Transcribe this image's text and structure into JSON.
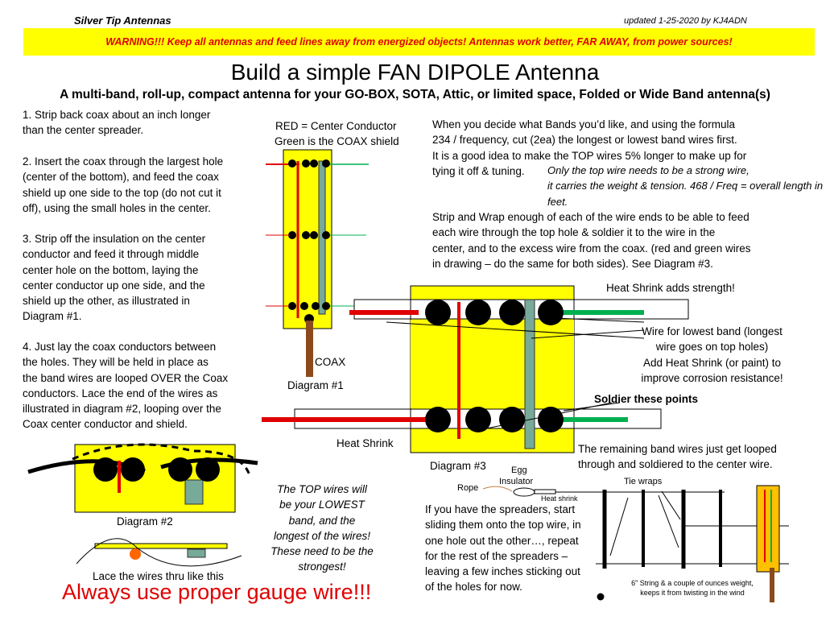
{
  "header": {
    "brand": "Silver   Tip   Antennas",
    "updated": "updated  1-25-2020  by KJ4ADN"
  },
  "warning": "WARNING!!!  Keep all antennas and feed lines away from energized objects!    Antennas work better, FAR AWAY, from power sources!",
  "title": "Build a simple  FAN  DIPOLE  Antenna",
  "subtitle": "A multi-band, roll-up, compact antenna for your GO-BOX, SOTA, Attic, or limited space, Folded or Wide Band antenna(s)",
  "steps": [
    "1.  Strip back coax about an inch longer\nthan the center spreader.",
    "2.  Insert the coax through the largest hole\n(center of the bottom), and feed the coax\nshield up one side to the top (do not cut it\noff), using the small holes in the center.",
    "3.  Strip off the insulation on the center\nconductor and feed it through middle\ncenter hole on the bottom, laying the\ncenter conductor up one side, and the\nshield up the other, as illustrated in\nDiagram #1.",
    "4.  Just lay the coax conductors between\nthe holes.  They will be held in place as\nthe band wires are looped OVER the Coax\nconductors.  Lace the end of the wires as\nillustrated in diagram #2, looping over the\nCoax center conductor and shield."
  ],
  "legend": {
    "red": "RED = Center Conductor",
    "green": "Green is the COAX shield"
  },
  "formula_text": "When you decide what Bands you’d like, and using the formula\n234 / frequency, cut (2ea) the longest or lowest band wires first.\nIt is a good idea to make the TOP wires 5% longer to make up for\ntying it off & tuning.",
  "formula_italic": "Only the top wire needs to be a strong wire,\nit carries the weight & tension.  468 / Freq = overall length in feet.",
  "strip_text": "Strip and Wrap enough of each of the wire ends to be able to feed\neach wire through the top hole & soldier it to the wire in the\ncenter, and to the excess wire from the coax. (red and green wires\nin drawing – do the same for both sides).  See Diagram #3.",
  "labels": {
    "heat_shrink_strength": "Heat Shrink adds strength!",
    "lowest_band": "Wire for lowest band (longest\nwire goes on top holes)\nAdd Heat Shrink (or paint) to\nimprove corrosion resistance!",
    "soldier": "Soldier these points",
    "remaining": "The remaining band wires just get looped\nthrough and soldiered to the center wire.",
    "coax": "COAX",
    "diagram1": "Diagram #1",
    "diagram2": "Diagram #2",
    "diagram3": "Diagram #3",
    "heat_shrink": "Heat Shrink",
    "lace": "Lace the wires thru like this",
    "top_wires": "The TOP wires will\nbe your LOWEST\nband, and the\nlongest of the wires!\nThese need to be the\nstrongest!",
    "egg": "Egg",
    "insulator": "Insulator",
    "rope": "Rope",
    "heat_shrink_small": "Heat shrink",
    "tie_wraps": "Tie wraps",
    "spreaders": "If you have the spreaders, start\nsliding them onto the top wire, in\none hole out the other…, repeat\nfor the rest of the spreaders –\nleaving a few inches sticking out\nof the holes for now.",
    "string": "6\" String & a couple of ounces weight,\nkeeps it from twisting in the wind"
  },
  "always": "Always use proper gauge wire!!!",
  "colors": {
    "yellow": "#ffff00",
    "red": "#e00000",
    "green": "#00b050",
    "coax": "#8b4a1c",
    "spreader": "#ffc000"
  }
}
